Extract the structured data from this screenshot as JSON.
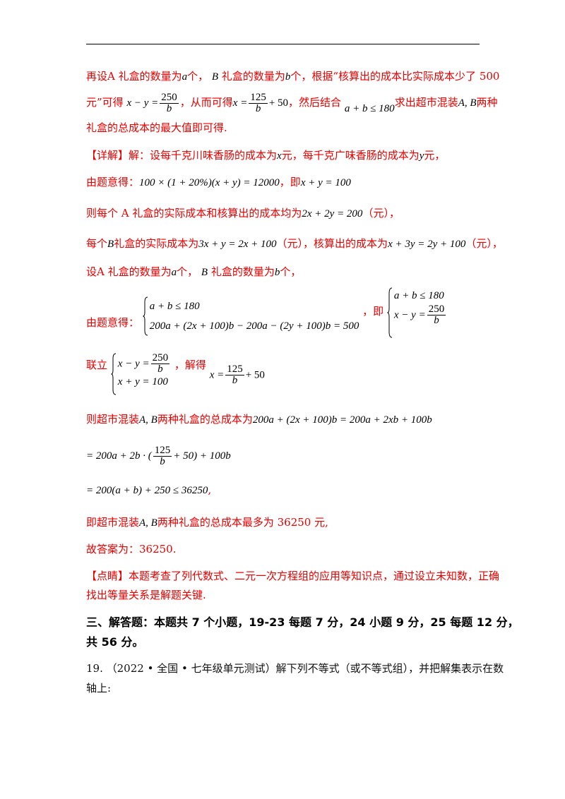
{
  "para1": {
    "l1a": "再设A 礼盒的数量为",
    "l1b": "个，",
    "l1c": "礼盒的数量为",
    "l1d": "个，根据“核算出的成本比实际成本少了 500",
    "l2a": "元”可得",
    "l2b": "，从而可得",
    "l2c": "，然后结合",
    "l2d": "求出超市混装",
    "l2e": "两种",
    "l3": "礼盒的总成本的最大值即可得."
  },
  "detail": {
    "tag": "【详解】",
    "l1a": "解：设每千克川味香肠的成本为",
    "l1b": "元，每千克广味香肠的成本为",
    "l1c": "元，",
    "l2a": "由题意得：",
    "l2b": "，即",
    "l3a": "则每个 A 礼盒的实际成本和核算出的成本均为",
    "l3b": "（元），",
    "l4a": "每个",
    "l4b": "礼盒的实际成本为",
    "l4c": "（元），核算出的成本为",
    "l4d": "（元），",
    "l5a": "设A 礼盒的数量为",
    "l5b": "个，",
    "l5c": "礼盒的数量为",
    "l5d": "个，",
    "l6a": "由题意得：",
    "l6b": "，即",
    "l7a": "联立",
    "l7b": "，解得",
    "l8a": "则超市混装",
    "l8b": "两种礼盒的总成本为",
    "l11a": "即超市混装",
    "l11b": "两种礼盒的总成本最多为 36250 元,",
    "l12": "故答案为：36250."
  },
  "comment": {
    "tag": "【点睛】",
    "l1": "本题考查了列代数式、二元一次方程组的应用等知识点，通过设立未知数，正确",
    "l2": "找出等量关系是解题关键."
  },
  "section3": {
    "l1": "三、解答题：本题共 7 个小题，19-23 每题 7 分，24 小题 9 分，25 每题 12 分，",
    "l2": "共 56 分。"
  },
  "q19": {
    "l1": "19. （2022 • 全国 • 七年级单元测试）解下列不等式（或不等式组），并把解集表示在数",
    "l2": "轴上:"
  },
  "math": {
    "a": "a",
    "b": "b",
    "B": "B",
    "AB": "A, B",
    "x": "x",
    "y": "y",
    "xy_diff": "x − y =",
    "n250": "250",
    "x_eq": "x =",
    "n125": "125",
    "plus50": "+ 50",
    "ab_le": "a + b ≤ 180",
    "eq1": "100 × (1 + 20%)(x + y) = 12000",
    "eq2": "x + y = 100",
    "eq3": "2x + 2y = 200",
    "eq4": "3x + y = 2x + 100",
    "eq5": "x + 3y = 2y + 100",
    "sys1_r2": "200a + (2x + 100)b − 200a − (2y + 100)b = 500",
    "xy_sum": "x + y = 100",
    "total1": "200a + (2x + 100)b = 200a + 2xb + 100b",
    "total2a": "= 200a + 2b · (",
    "total2b": "+ 50) + 100b",
    "total3": "= 200(a + b) + 250 ≤ 36250"
  },
  "colors": {
    "answer_text": "#e60000",
    "body_text": "#111111"
  }
}
